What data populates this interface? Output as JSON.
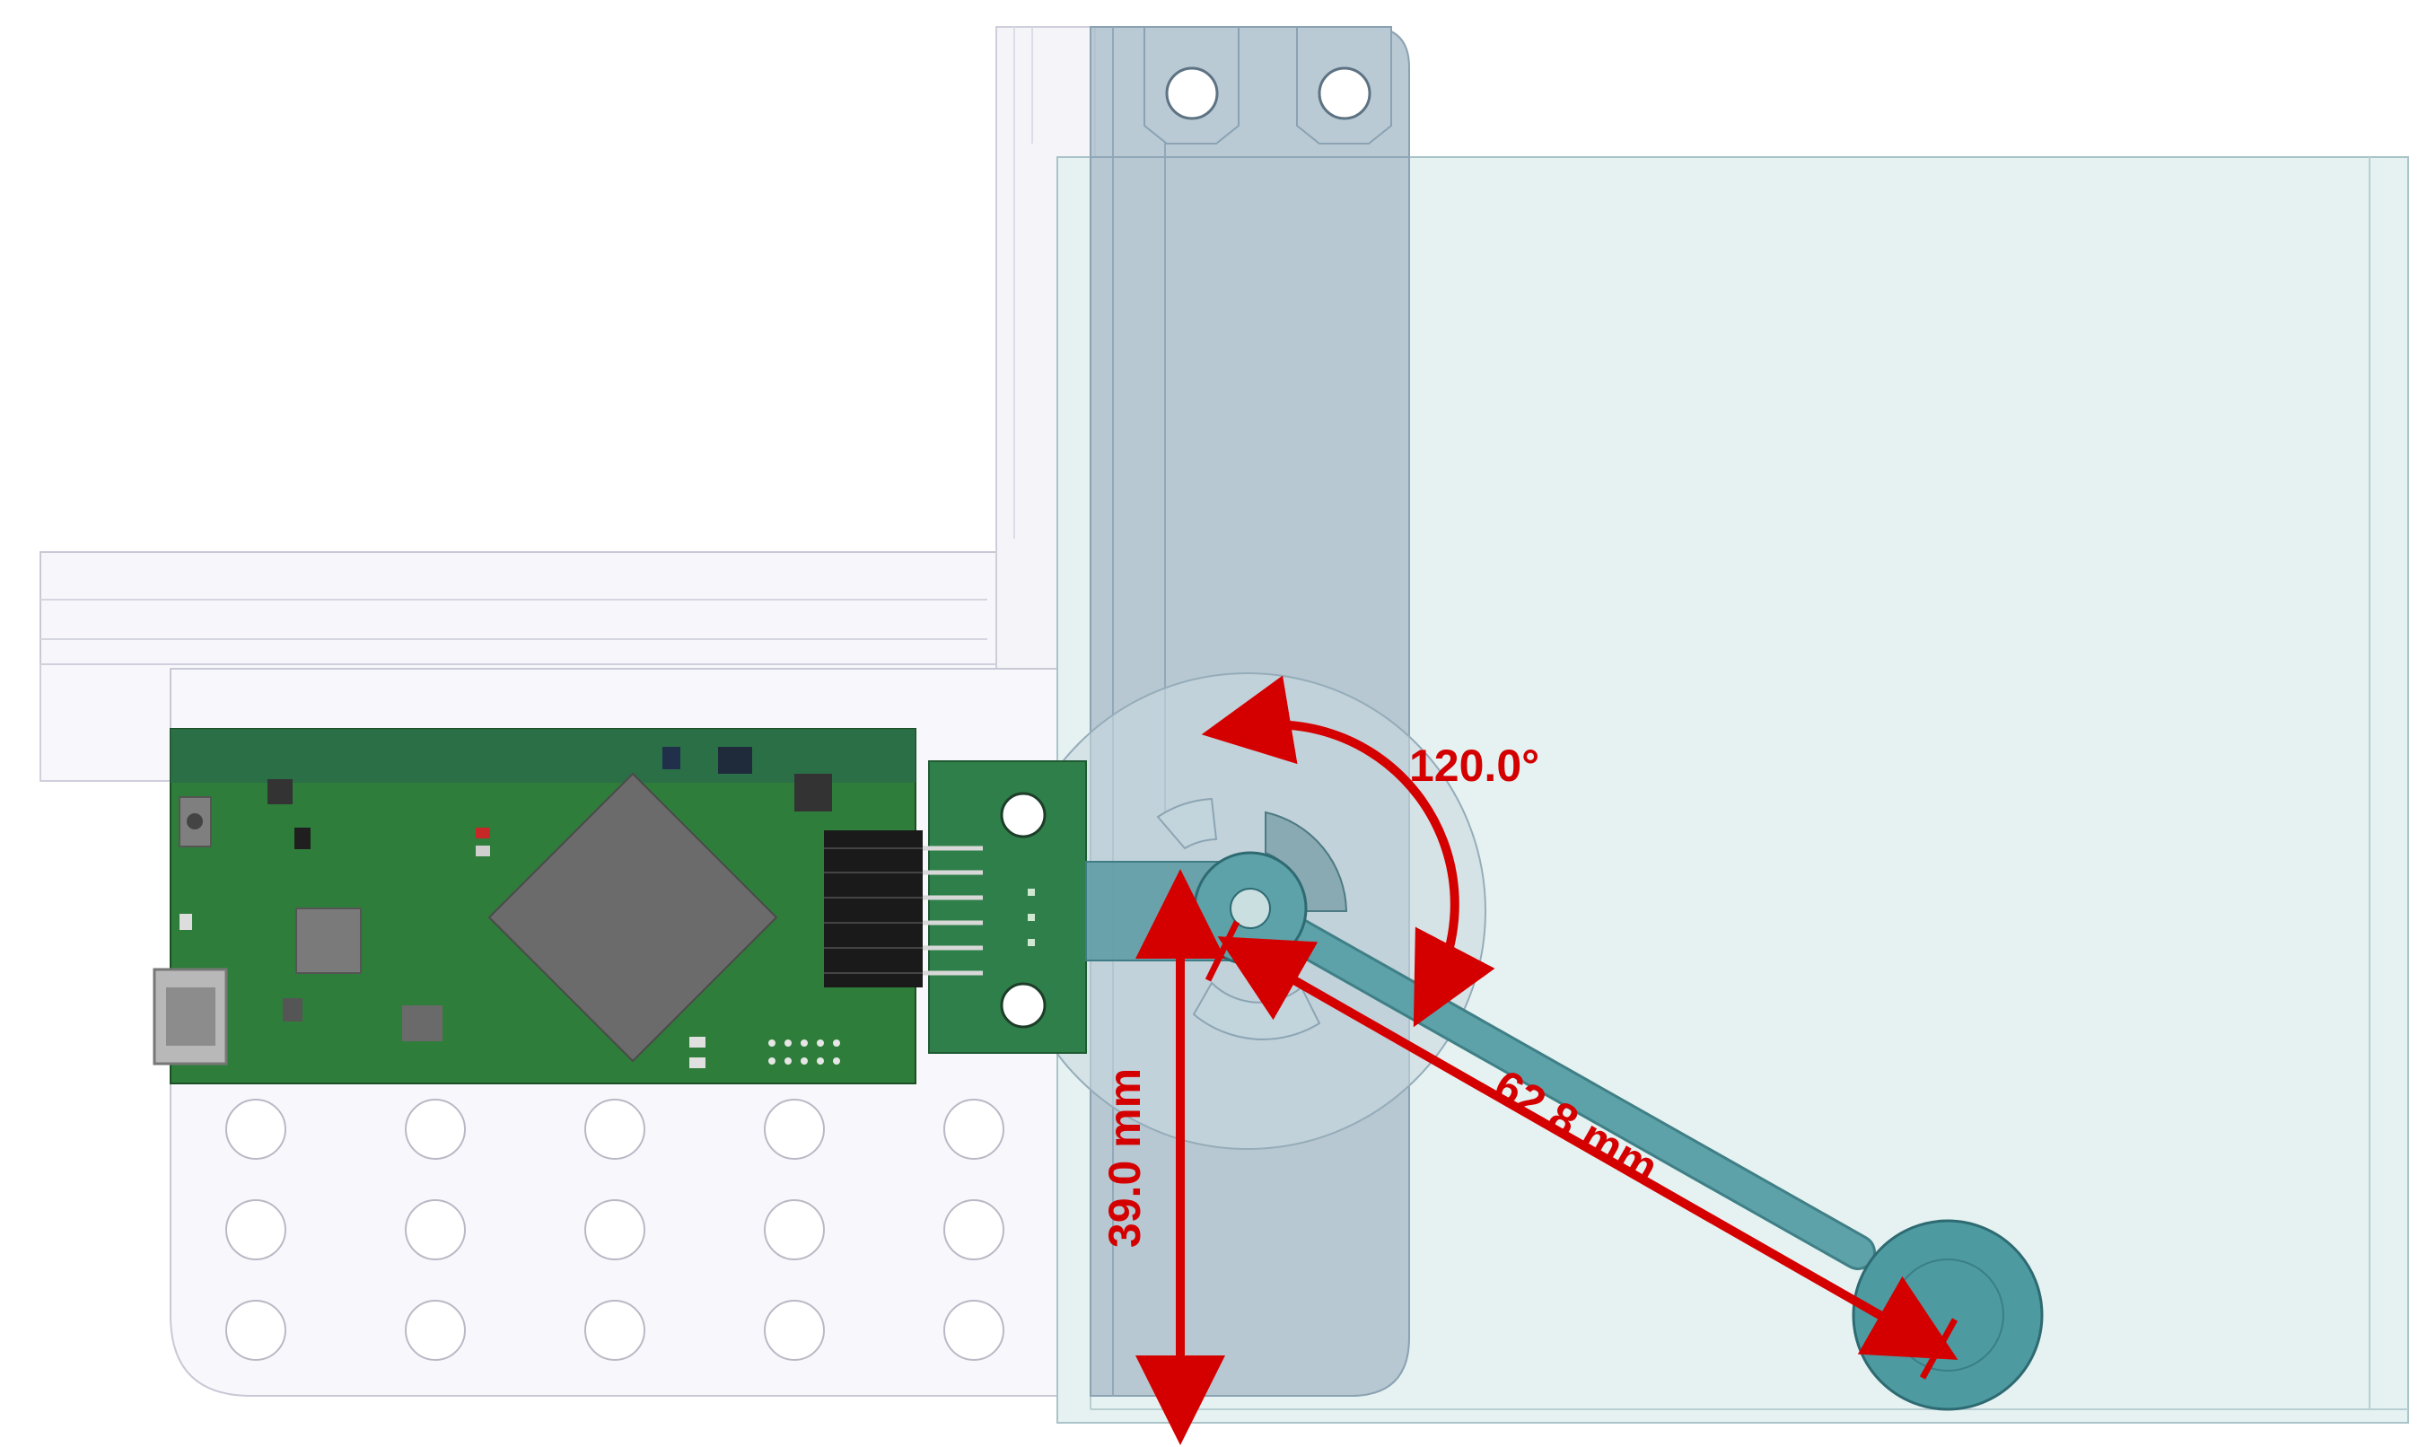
{
  "dimensions": {
    "angle_label": "120.0°",
    "arm_length_label": "62.8 mm",
    "vertical_label": "39.0 mm"
  },
  "colors": {
    "dimension_red": "#d40000",
    "pcb_green": "#2e7d32",
    "teal_arm": "#4a9a9a",
    "blue_panel": "#9eb4c4",
    "light_panel": "#d9ecec"
  }
}
